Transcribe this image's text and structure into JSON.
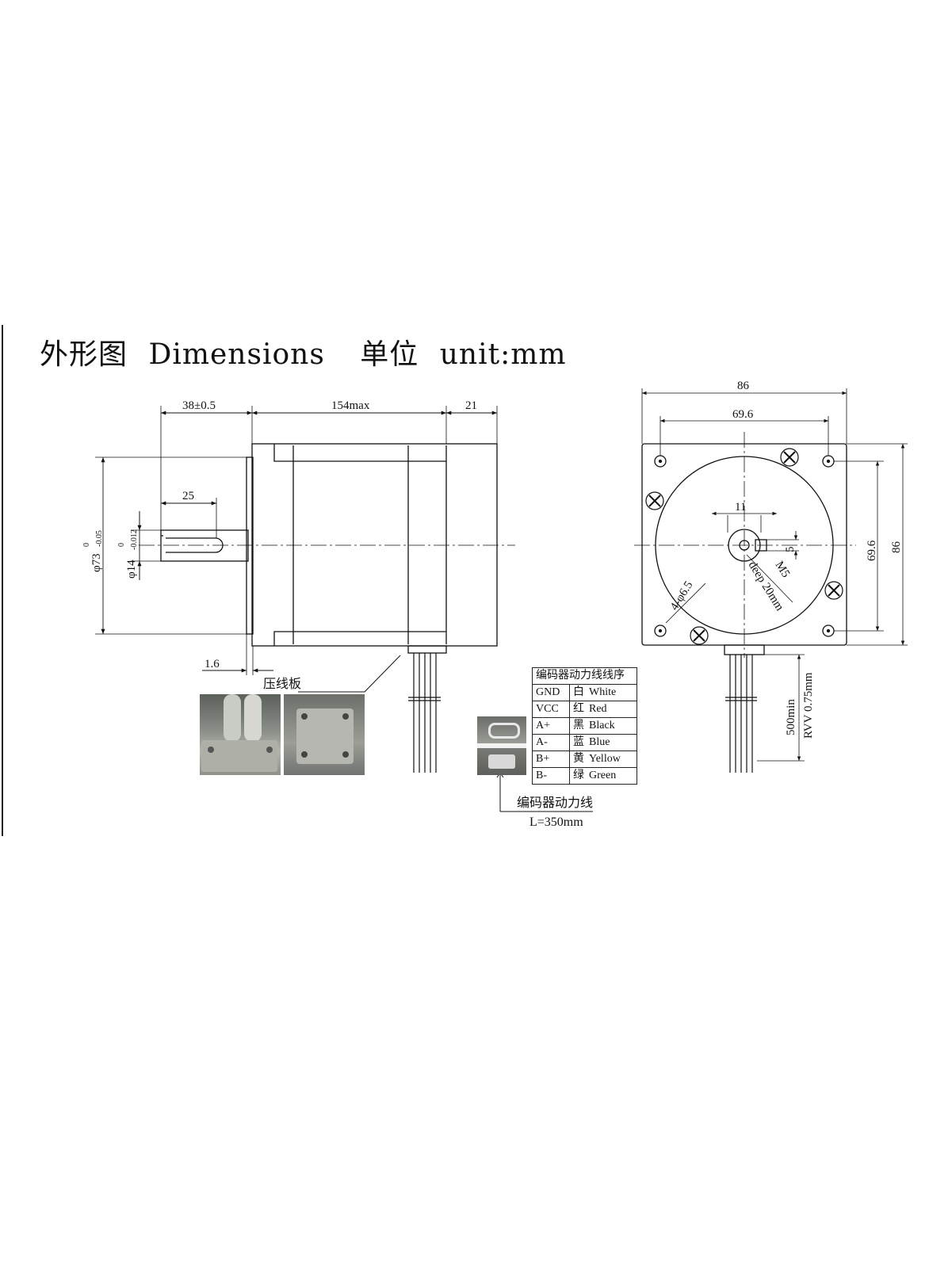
{
  "title": {
    "cn": "外形图",
    "en": "Dimensions",
    "unit_cn": "单位",
    "unit_en": "unit:mm"
  },
  "side_view": {
    "dim_shaft_len": "38±0.5",
    "dim_body_len": "154max",
    "dim_rear": "21",
    "dim_key_len": "25",
    "dim_flange": "1.6",
    "dia_body": "φ73",
    "dia_body_tol_upper": "0",
    "dia_body_tol_lower": "-0.05",
    "dia_shaft": "φ14",
    "dia_shaft_tol_upper": "0",
    "dia_shaft_tol_lower": "-0.012",
    "clamp_label": "压线板"
  },
  "front_view": {
    "dim_width": "86",
    "dim_hole_spacing_top": "69.6",
    "dim_hole_spacing_side": "69.6",
    "dim_height": "86",
    "dim_key_width": "11",
    "dim_key_height": "5",
    "thread": "M5",
    "thread_depth": "deep 20mm",
    "holes": "4-φ6.5",
    "cable_length": "500min",
    "cable_type": "RVV 0.75mm"
  },
  "wiring_table": {
    "header": "编码器动力线线序",
    "rows": [
      {
        "signal": "GND",
        "color_cn": "白",
        "color_en": "White"
      },
      {
        "signal": "VCC",
        "color_cn": "红",
        "color_en": "Red"
      },
      {
        "signal": "A+",
        "color_cn": "黑",
        "color_en": "Black"
      },
      {
        "signal": "A-",
        "color_cn": "蓝",
        "color_en": "Blue"
      },
      {
        "signal": "B+",
        "color_cn": "黄",
        "color_en": "Yellow"
      },
      {
        "signal": "B-",
        "color_cn": "绿",
        "color_en": "Green"
      }
    ]
  },
  "encoder_cable": {
    "label": "编码器动力线",
    "length": "L=350mm"
  }
}
